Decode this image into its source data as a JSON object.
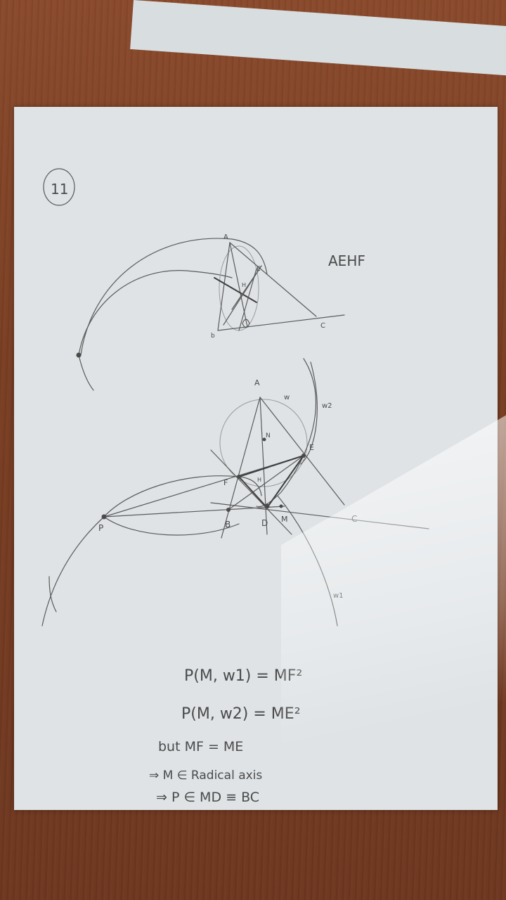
{
  "photo": {
    "problem_number": "11",
    "top_figure_label": "AEHF",
    "top_points": {
      "A": "A",
      "H": "H",
      "C": "C",
      "D": "D",
      "B": "b",
      "E": "E"
    },
    "bottom_points": {
      "A": "A",
      "N": "N",
      "E": "E",
      "F": "F",
      "H": "H",
      "B": "B",
      "D": "D",
      "M": "M",
      "C": "C",
      "P": "P"
    },
    "circle_labels": {
      "w": "w",
      "w2": "w2",
      "w1": "w1"
    },
    "equations": [
      "P(M, w1) = MF²",
      "P(M, w2) = ME²",
      "but  MF = ME",
      "⇒ M ∈ Radical axis",
      "⇒ P ∈ MD ≡ BC"
    ]
  }
}
